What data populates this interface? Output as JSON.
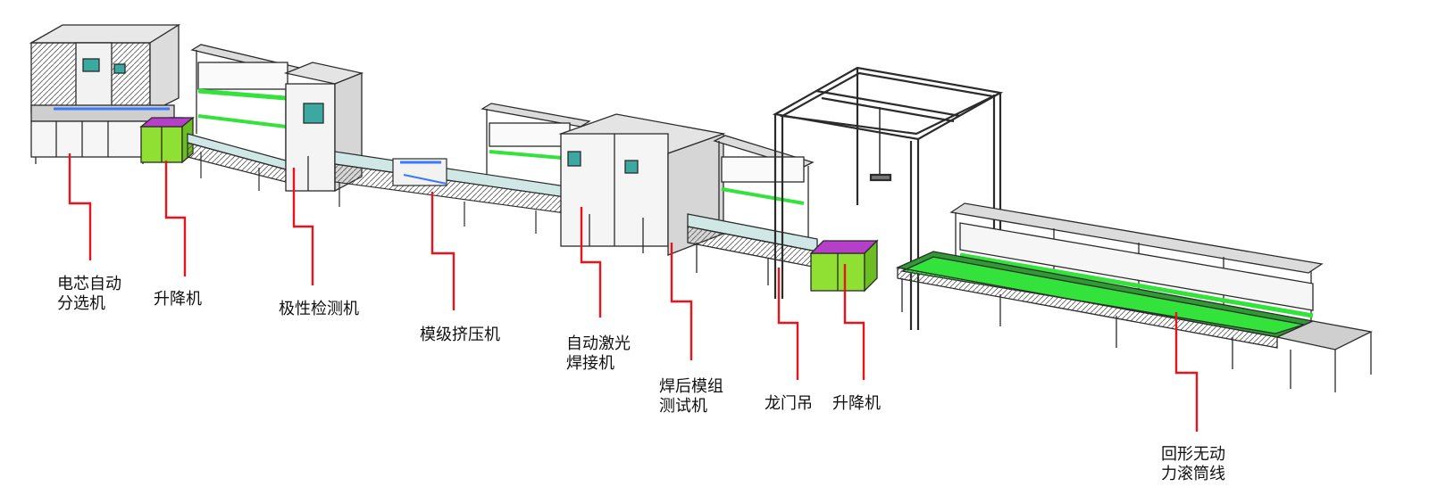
{
  "labels": [
    {
      "key": "cell_sorter",
      "lines": [
        "电芯自动",
        "分选机"
      ]
    },
    {
      "key": "lift_1",
      "lines": [
        "升降机"
      ]
    },
    {
      "key": "polarity_tester",
      "lines": [
        "极性检测机"
      ]
    },
    {
      "key": "module_press",
      "lines": [
        "模级挤压机"
      ]
    },
    {
      "key": "laser_welder",
      "lines": [
        "自动激光",
        "焊接机"
      ]
    },
    {
      "key": "post_weld_tester",
      "lines": [
        "焊后模组",
        "测试机"
      ]
    },
    {
      "key": "gantry_crane",
      "lines": [
        "龙门吊"
      ]
    },
    {
      "key": "lift_2",
      "lines": [
        "升降机"
      ]
    },
    {
      "key": "roller_line",
      "lines": [
        "回形无动",
        "力滚筒线"
      ]
    }
  ],
  "colors": {
    "leader": "#e8141b",
    "frame": "#2b2b2b",
    "panel": "#f4f4f4",
    "green": "#33e23b",
    "lime": "#8fe033",
    "magenta": "#b63fc9",
    "teal": "#3aa9a2"
  }
}
